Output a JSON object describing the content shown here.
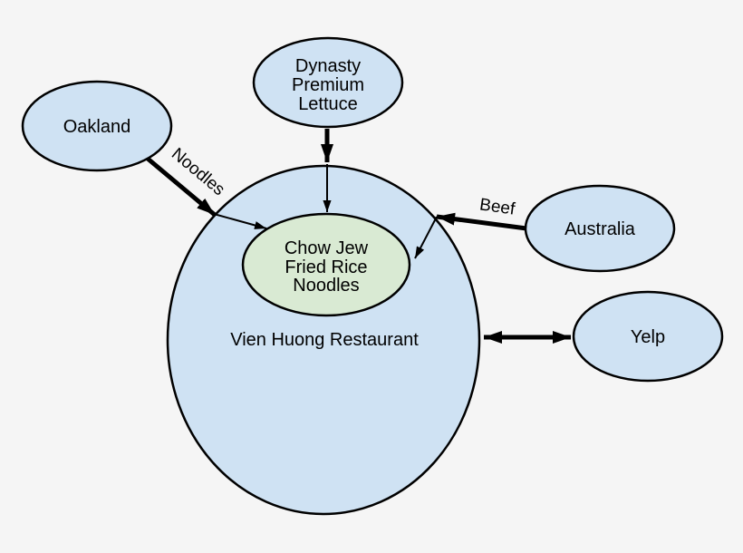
{
  "colors": {
    "background": "#f5f5f5",
    "node_blue": "#cfe2f3",
    "node_green": "#d9ead3",
    "stroke": "#000000"
  },
  "nodes": {
    "oakland": {
      "label": "Oakland"
    },
    "dynasty_premium_lettuce": {
      "lines": [
        "Dynasty",
        "Premium",
        "Lettuce"
      ]
    },
    "australia": {
      "label": "Australia"
    },
    "yelp": {
      "label": "Yelp"
    },
    "vien_huong_restaurant": {
      "label": "Vien Huong Restaurant"
    },
    "chow_jew_fried_rice_noodles": {
      "lines": [
        "Chow Jew",
        "Fried Rice",
        "Noodles"
      ]
    }
  },
  "edge_labels": {
    "noodles": "Noodles",
    "beef": "Beef"
  }
}
